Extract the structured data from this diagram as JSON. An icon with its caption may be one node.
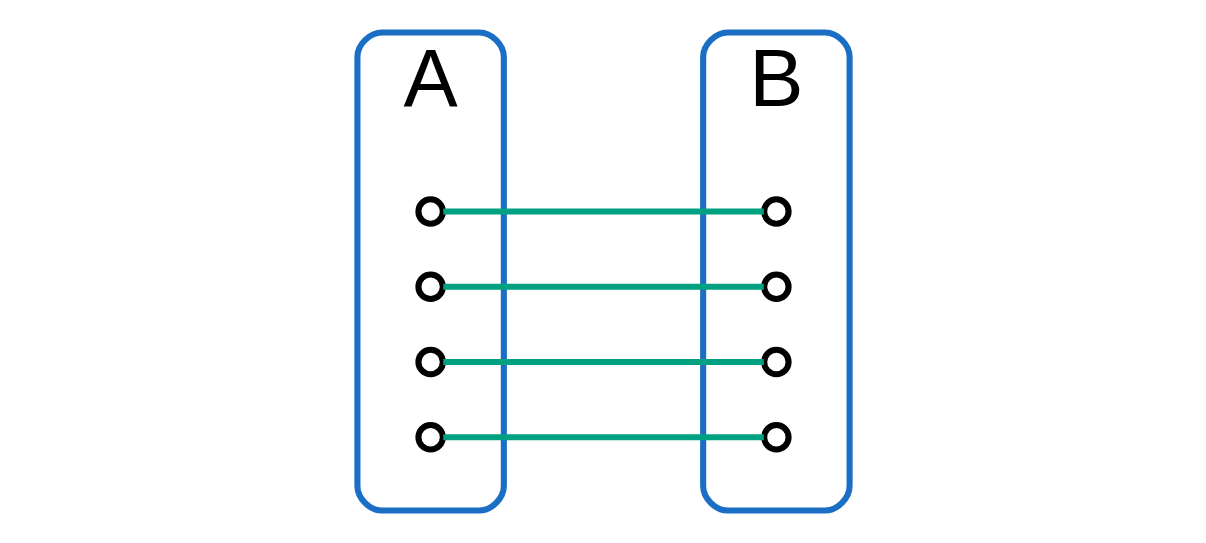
{
  "diagram": {
    "nodes": [
      {
        "text": [
          "A"
        ]
      },
      {
        "text": [
          "B"
        ]
      },
      {
        "text": [],
        "shape": "circle",
        "in": 0
      },
      {
        "text": [],
        "shape": "circle",
        "in": 0
      },
      {
        "text": [],
        "shape": "circle",
        "in": 0
      },
      {
        "text": [],
        "shape": "circle",
        "in": 0
      },
      {
        "text": [],
        "shape": "circle",
        "in": 1
      },
      {
        "text": [],
        "shape": "circle",
        "in": 1
      },
      {
        "text": [],
        "shape": "circle",
        "in": 1
      },
      {
        "text": [],
        "shape": "circle",
        "in": 1
      }
    ],
    "edges": [
      {
        "from": 2,
        "to": 6,
        "arrow": "none"
      },
      {
        "from": 3,
        "to": 7,
        "arrow": "none"
      },
      {
        "from": 4,
        "to": 8,
        "arrow": "none"
      },
      {
        "from": 5,
        "to": 9,
        "arrow": "none"
      }
    ]
  }
}
